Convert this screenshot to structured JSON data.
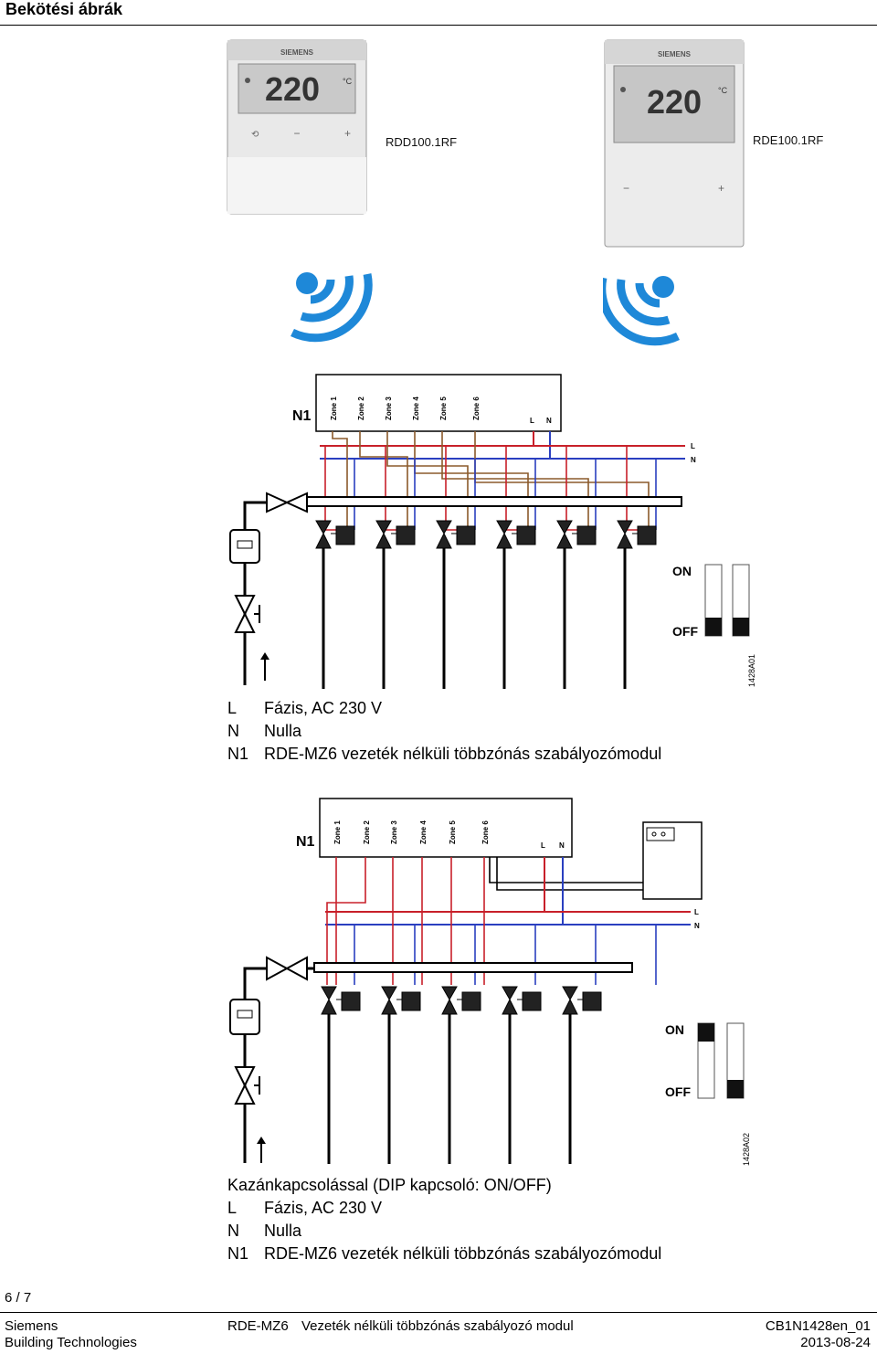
{
  "header": {
    "title": "Bekötési ábrák"
  },
  "devices": [
    {
      "model": "RDD100.1RF",
      "brand": "SIEMENS",
      "display": "220",
      "unit": "°C"
    },
    {
      "model": "RDE100.1RF",
      "brand": "SIEMENS",
      "display": "220",
      "unit": "°C"
    }
  ],
  "diagram1": {
    "module_label": "N1",
    "zones": [
      "Zone 1",
      "Zone 2",
      "Zone 3",
      "Zone 4",
      "Zone 5",
      "Zone 6"
    ],
    "terminals": [
      "L",
      "N"
    ],
    "line_labels": [
      "L",
      "N"
    ],
    "dip": {
      "on": "ON",
      "off": "OFF"
    },
    "code": "1428A01"
  },
  "legend1": [
    {
      "key": "L",
      "text": "Fázis, AC 230 V"
    },
    {
      "key": "N",
      "text": "Nulla"
    },
    {
      "key": "N1",
      "text": "RDE-MZ6 vezeték nélküli többzónás szabályozómodul"
    }
  ],
  "diagram2": {
    "module_label": "N1",
    "zones": [
      "Zone 1",
      "Zone 2",
      "Zone 3",
      "Zone 4",
      "Zone 5",
      "Zone 6"
    ],
    "terminals": [
      "L",
      "N"
    ],
    "line_labels": [
      "L",
      "N"
    ],
    "dip": {
      "on": "ON",
      "off": "OFF"
    },
    "code": "1428A02"
  },
  "legend2": {
    "intro": "Kazánkapcsolással (DIP kapcsoló: ON/OFF)",
    "items": [
      {
        "key": "L",
        "text": "Fázis, AC 230 V"
      },
      {
        "key": "N",
        "text": "Nulla"
      },
      {
        "key": "N1",
        "text": "RDE-MZ6 vezeték nélküli többzónás szabályozómodul"
      }
    ]
  },
  "page_number": "6 / 7",
  "footer": {
    "company": "Siemens",
    "division": "Building Technologies",
    "product": "RDE-MZ6",
    "description": "Vezeték nélküli többzónás szabályozó modul",
    "doc_id": "CB1N1428en_01",
    "date": "2013-08-24"
  },
  "colors": {
    "phase": "#c8202a",
    "neutral": "#2a3fc0",
    "zone_wire": "#8b5a2b",
    "pipe": "#111111",
    "wifi": "#1e88d8"
  }
}
